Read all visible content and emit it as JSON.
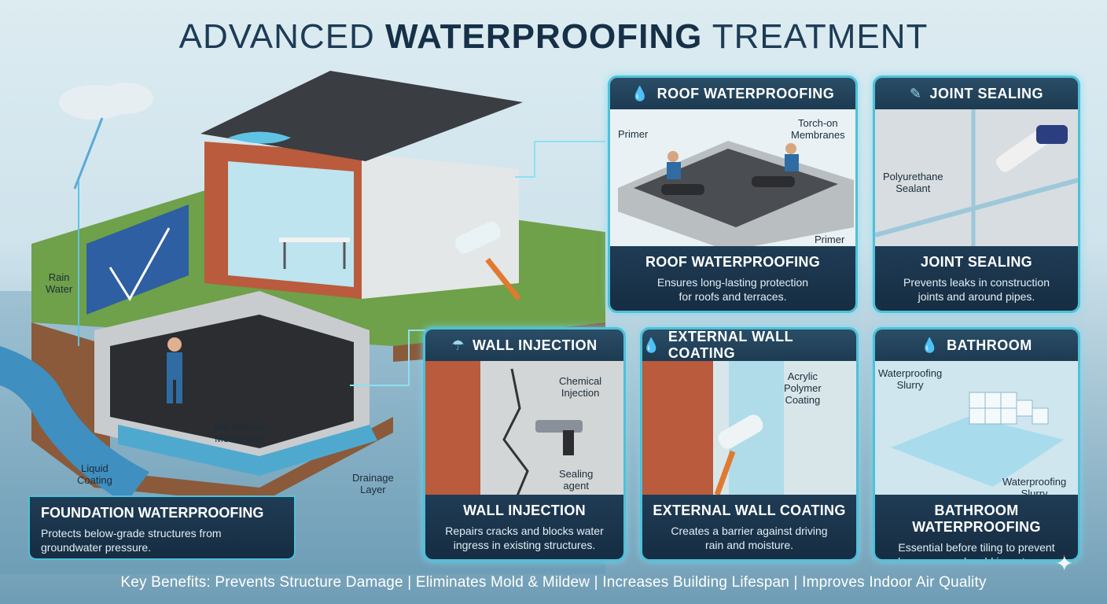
{
  "title": {
    "pre": "ADVANCED ",
    "bold": "WATERPROOFING",
    "post": " TREATMENT"
  },
  "hero": {
    "rain_label": [
      "Rain",
      "Water"
    ],
    "liquid_label": [
      "Liquid",
      "Coating"
    ],
    "membrane_label": [
      "Bituminous",
      "Membrane"
    ],
    "drainage_label": [
      "Drainage",
      "Layer"
    ],
    "foundation_title": "FOUNDATION WATERPROOFING",
    "foundation_desc": [
      "Protects below-grade structures from",
      "groundwater pressure."
    ]
  },
  "panels": {
    "roof": {
      "head": "ROOF WATERPROOFING",
      "labels": {
        "primer_top": "Primer",
        "torch": [
          "Torch-on",
          "Membranes"
        ],
        "primer_bottom": "Primer"
      },
      "foot_title": "ROOF WATERPROOFING",
      "foot_desc": [
        "Ensures long-lasting protection",
        "for roofs and terraces."
      ]
    },
    "joint": {
      "head": "JOINT SEALING",
      "labels": {
        "sealant": [
          "Polyurethane",
          "Sealant"
        ]
      },
      "foot_title": "JOINT SEALING",
      "foot_desc": [
        "Prevents leaks in construction",
        "joints and around pipes."
      ]
    },
    "wall_injection": {
      "head": "WALL INJECTION",
      "labels": {
        "chemical": [
          "Chemical",
          "Injection"
        ],
        "sealing": [
          "Sealing",
          "agent"
        ]
      },
      "foot_title": "WALL INJECTION",
      "foot_desc": [
        "Repairs cracks and blocks water",
        "ingress in existing structures."
      ]
    },
    "external": {
      "head": "EXTERNAL WALL COATING",
      "labels": {
        "acrylic": [
          "Acrylic",
          "Polymer",
          "Coating"
        ]
      },
      "foot_title": "EXTERNAL WALL COATING",
      "foot_desc": [
        "Creates a barrier against driving",
        "rain and moisture."
      ]
    },
    "bathroom": {
      "head": "BATHROOM",
      "labels": {
        "slurry_top": [
          "Waterproofing",
          "Slurry"
        ],
        "slurry_bottom": [
          "Waterproofing",
          "Slurry"
        ]
      },
      "foot_title": "BATHROOM WATERPROOFING",
      "foot_desc": [
        "Essential before tiling to prevent",
        "dampness and mold in wet areas."
      ]
    }
  },
  "benefits": "Key Benefits: Prevents Structure Damage | Eliminates Mold & Mildew | Increases Building Lifespan | Improves Indoor Air Quality",
  "icons": {
    "roof": "water-drop-icon",
    "joint": "sealant-icon",
    "wall_injection": "crack-icon",
    "external": "water-drop-icon",
    "bathroom": "water-drop-icon"
  },
  "colors": {
    "accent": "#4fc0d9",
    "navy": "#1d3b52",
    "brick": "#b95b3c",
    "membrane": "#2b2d31"
  }
}
